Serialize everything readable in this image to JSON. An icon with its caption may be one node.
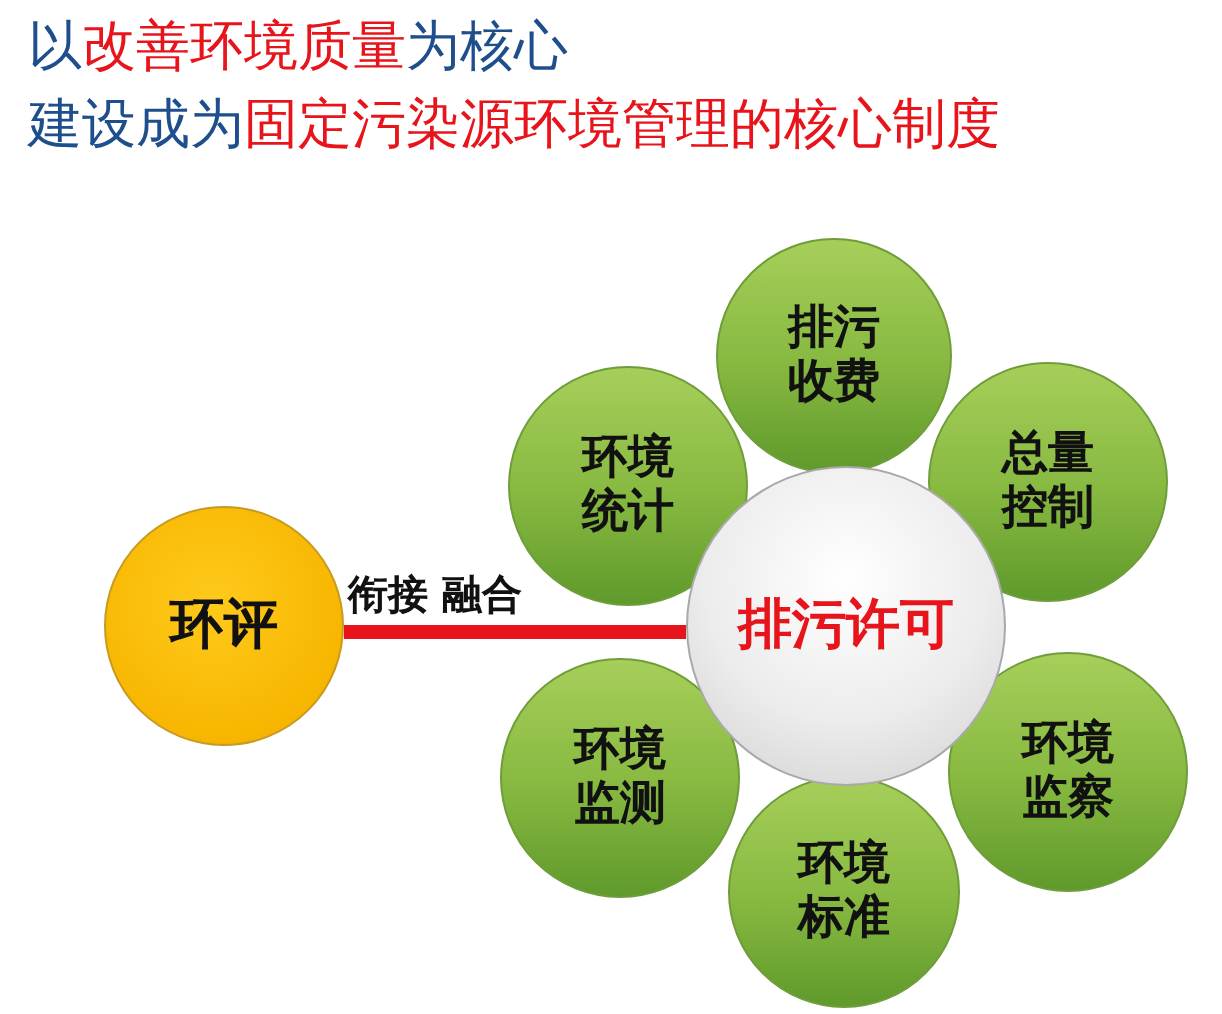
{
  "diagram": {
    "title": "以**改善环境质量**为核心",
    "nodes": [
      {
        "text": [
          "排污收费"
        ]
      },
      {
        "text": [
          "环境统计"
        ]
      },
      {
        "text": [
          "总量控制"
        ]
      },
      {
        "text": [
          "环评"
        ]
      },
      {
        "text": [
          "排污许可"
        ]
      },
      {
        "text": [
          "环境监测"
        ]
      },
      {
        "text": [
          "环境监察"
        ]
      },
      {
        "text": [
          "环境标准"
        ]
      }
    ],
    "edges": [
      {
        "from": 3,
        "to": 4,
        "arrow": "none",
        "label": "衔接 融合",
        "color": "#e8141b"
      }
    ],
    "labels": [
      "建设成为**固定污染源环境管理的核心制度**"
    ]
  }
}
